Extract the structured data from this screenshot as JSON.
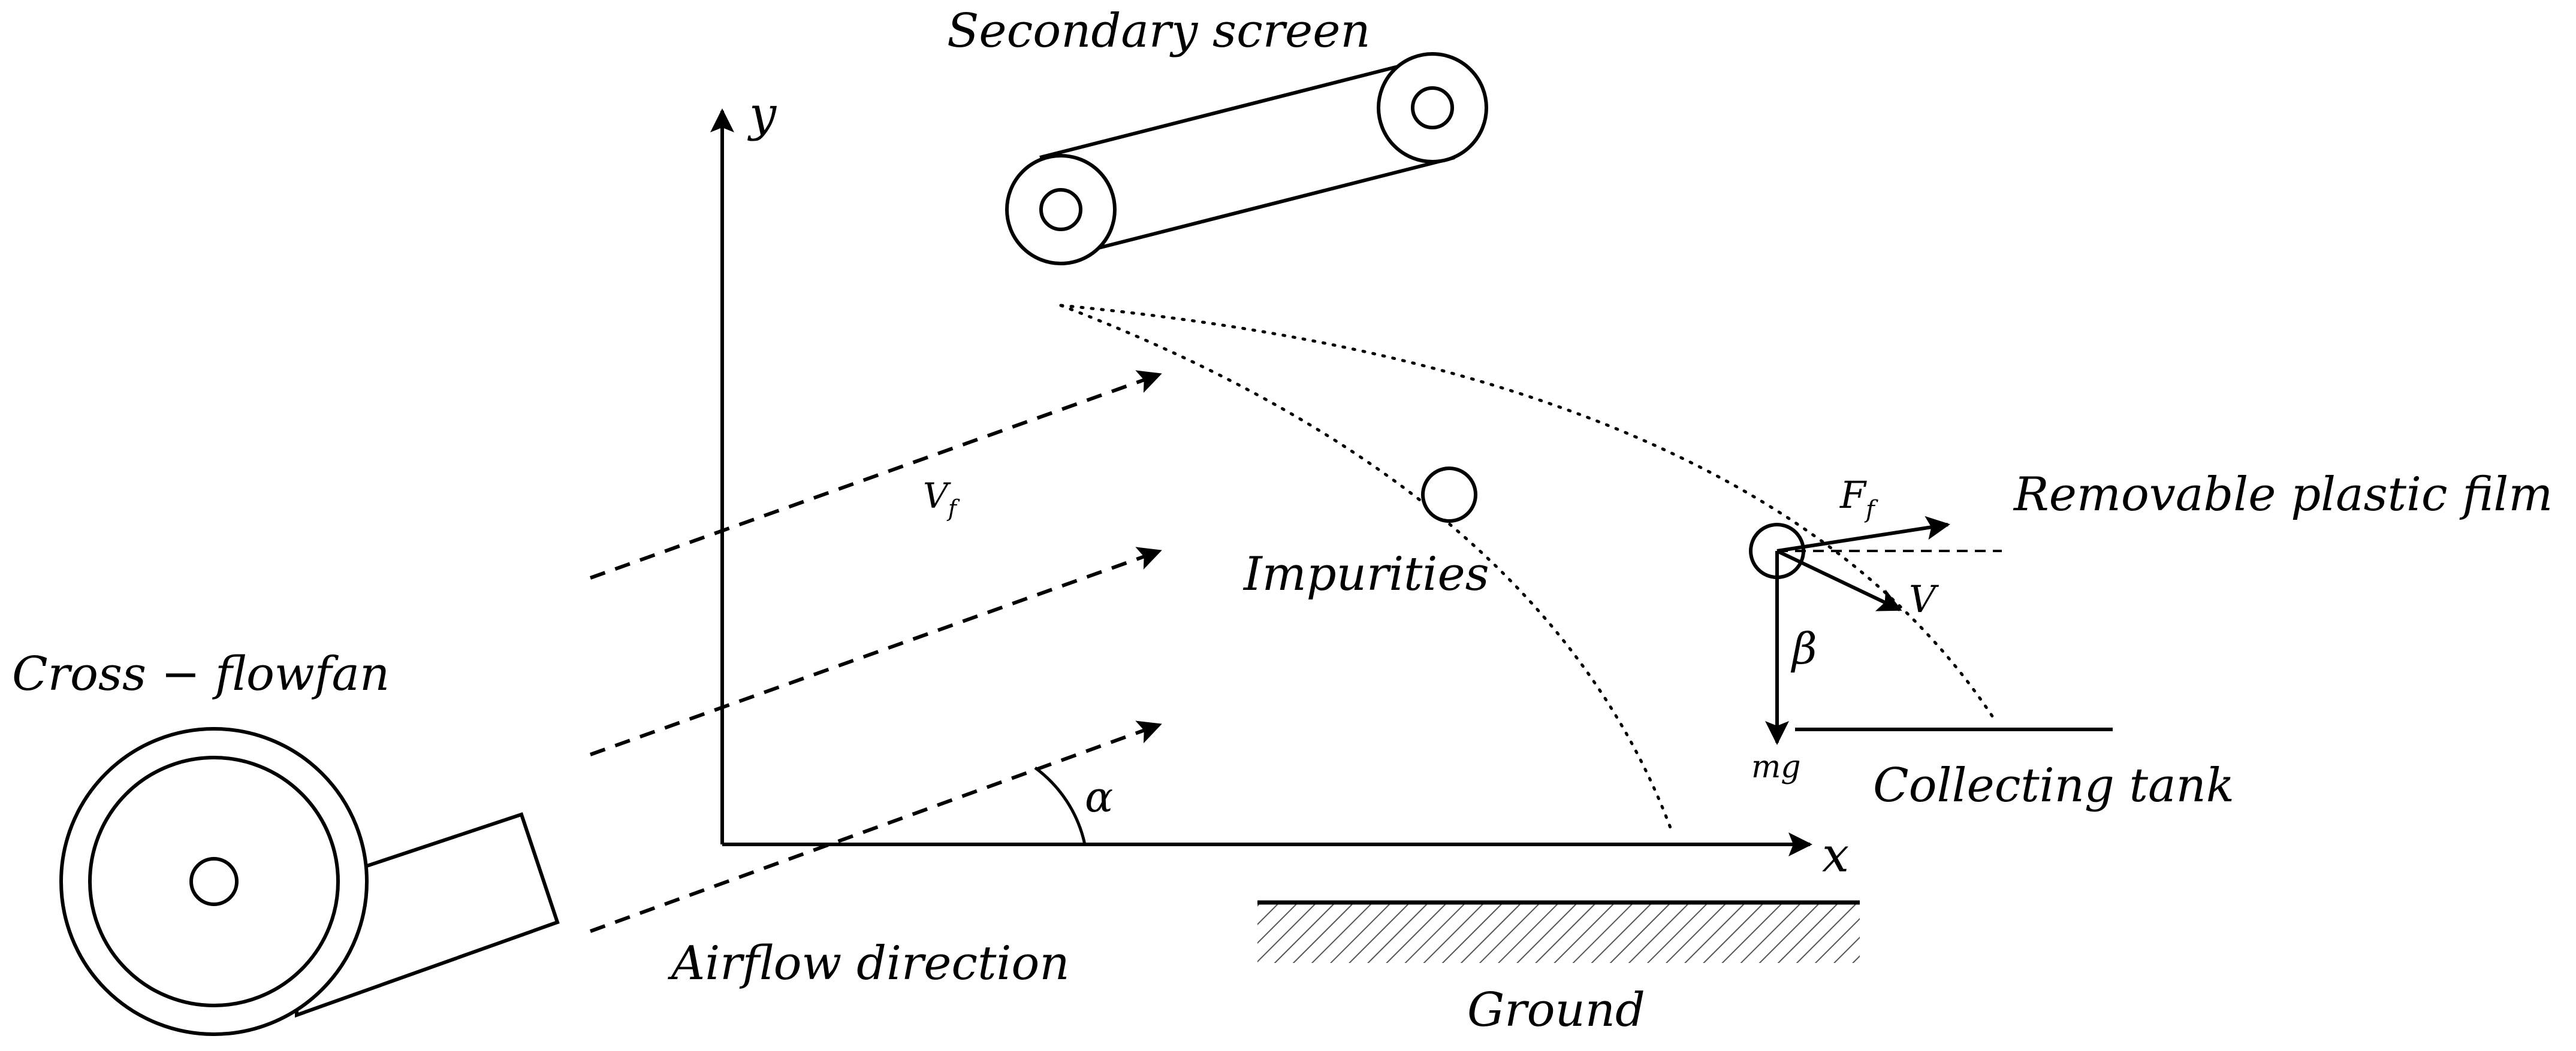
{
  "labels": {
    "secondary_screen": "Secondary screen",
    "y_axis": "y",
    "x_axis": "x",
    "velocity_air": "V",
    "velocity_air_sub": "f",
    "impurities": "Impurities",
    "removable_film": "Removable plastic film",
    "friction_force": "F",
    "friction_force_sub": "f",
    "velocity": "V",
    "angle_beta": "β",
    "gravity": "mg",
    "collecting_tank": "Collecting tank",
    "cross_flow_fan": "Cross − flowfan",
    "angle_alpha": "α",
    "airflow_direction": "Airflow direction",
    "ground": "Ground"
  }
}
